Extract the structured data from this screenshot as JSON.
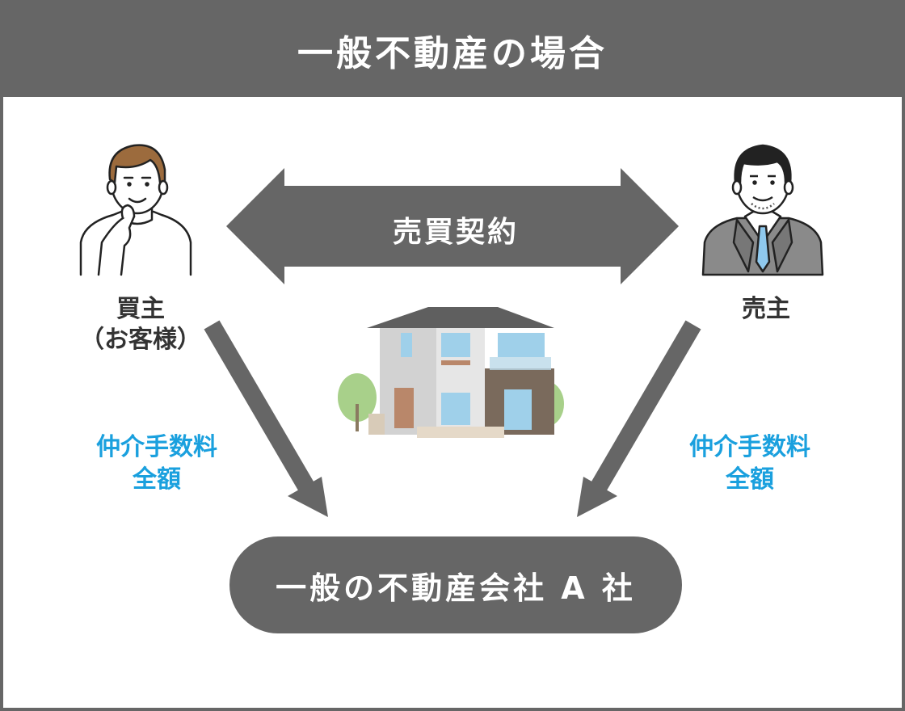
{
  "header": {
    "title": "一般不動産の場合"
  },
  "contract": {
    "label": "売買契約"
  },
  "buyer": {
    "label": "買主",
    "sublabel": "（お客様）",
    "icon": "buyer-person-icon"
  },
  "seller": {
    "label": "売主",
    "icon": "seller-businessman-icon"
  },
  "house": {
    "icon": "house-icon"
  },
  "buyer_fee": {
    "line1": "仲介手数料",
    "line2": "全額"
  },
  "seller_fee": {
    "line1": "仲介手数料",
    "line2": "全額"
  },
  "agency": {
    "label": "一般の不動産会社 A 社"
  },
  "colors": {
    "header_bg": "#666666",
    "arrow": "#666666",
    "fee_text": "#1aa0de",
    "tie": "#8fc9ee"
  }
}
